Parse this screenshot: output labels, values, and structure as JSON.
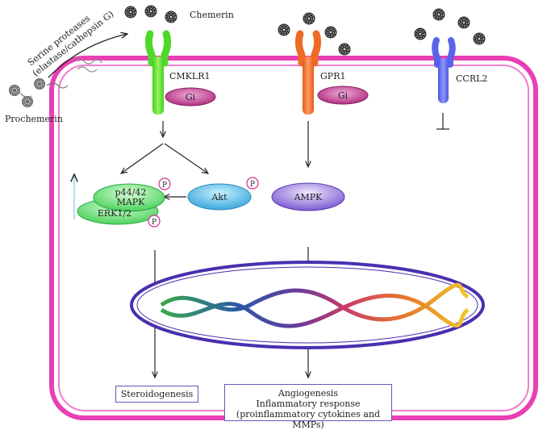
{
  "labels": {
    "chemerin": "Chemerin",
    "prochemerin": "Prochemerin",
    "proteases_line1": "Serine proteases",
    "proteases_line2": "(elastase/cathepsin G)",
    "cmklr1": "CMKLR1",
    "gpr1": "GPR1",
    "ccrl2": "CCRL2",
    "gi": "Gi",
    "phospho": "P",
    "akt": "Akt",
    "ampk": "AMPK",
    "mapk_line1": "p44/42",
    "mapk_line2": "MAPK",
    "erk": "ERK1/2"
  },
  "outputs": {
    "steroidogenesis": "Steroidogenesis",
    "effects_line1": "Angiogenesis",
    "effects_line2": "Inflammatory response",
    "effects_line3": "(proinflammatory cytokines and MMPs)"
  },
  "colors": {
    "membrane": "#e83fb4",
    "cmklr1": "#6fe63a",
    "gpr1": "#f07a3a",
    "ccrl2": "#6b73f0",
    "gi": "#c8489e",
    "akt": "#5cc4ea",
    "ampk": "#8f6fd8",
    "mapk": "#6fdc7a",
    "nucleus": "#4a2fb0",
    "box_border": "#6a55b8"
  },
  "icons": [
    "chemerin-molecule-icon",
    "prochemerin-molecule-icon",
    "dna-helix-icon"
  ]
}
